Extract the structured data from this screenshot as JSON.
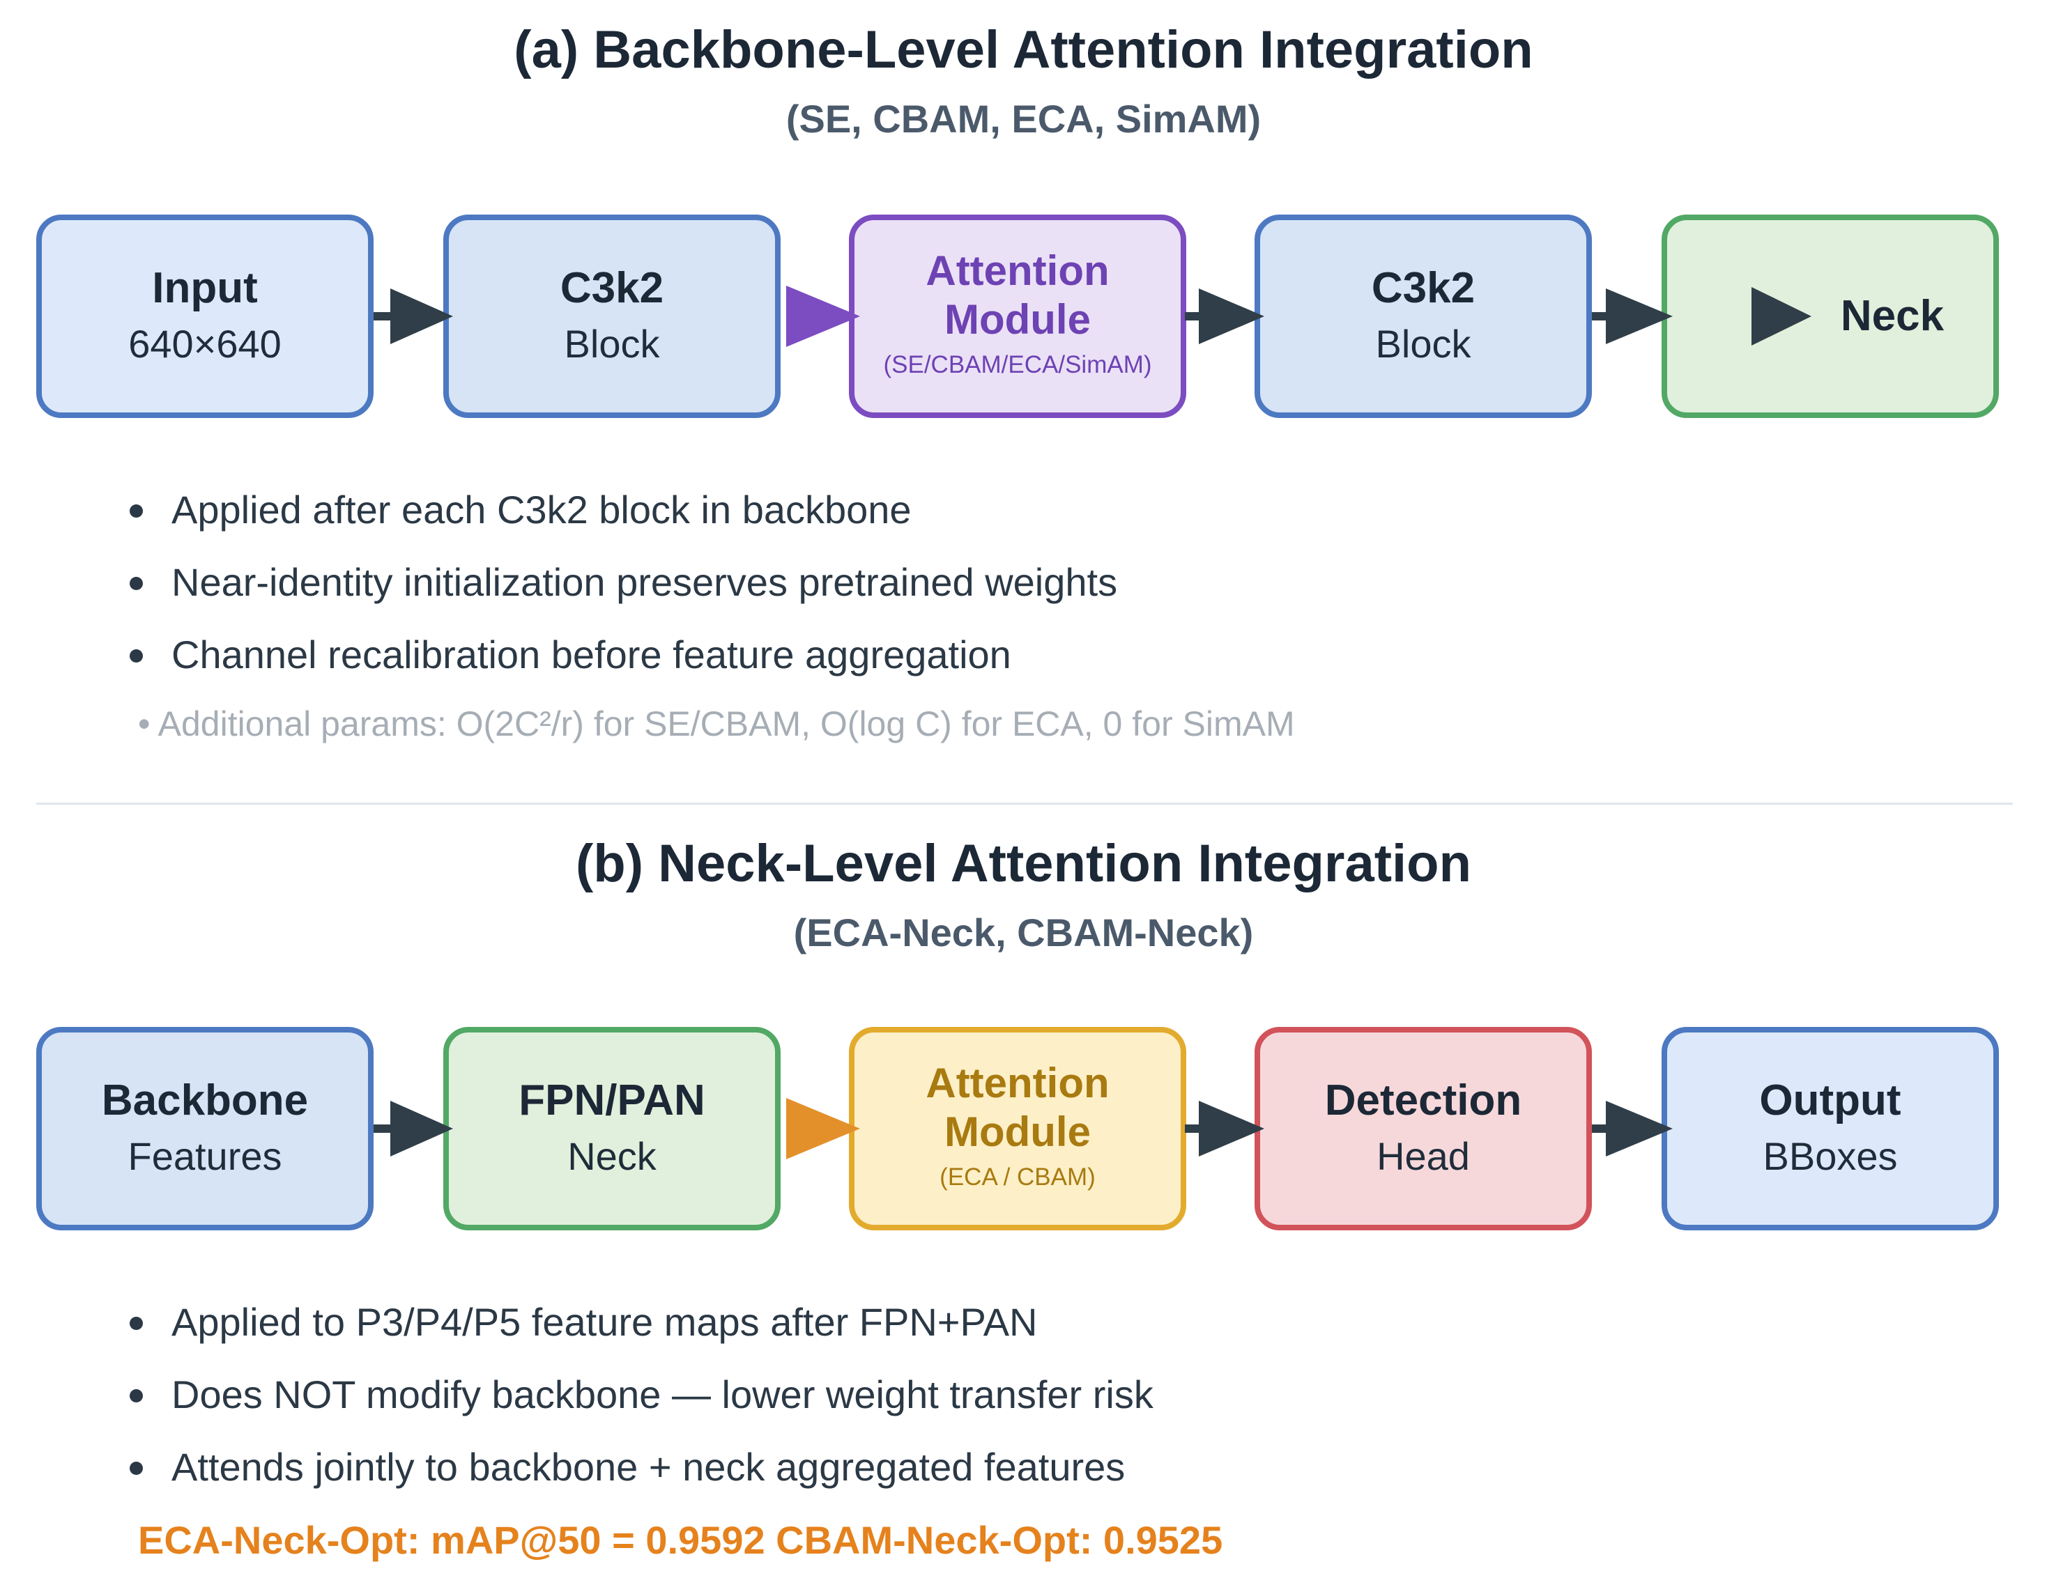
{
  "panel_a": {
    "title": "(a) Backbone-Level Attention Integration",
    "subtitle": "(SE, CBAM, ECA, SimAM)",
    "boxes": [
      {
        "line1": "Input",
        "line2": "640×640"
      },
      {
        "line1": "C3k2",
        "line2": "Block"
      },
      {
        "line1": "Attention",
        "line1b": "Module",
        "line2": "(SE/CBAM/ECA/SimAM)"
      },
      {
        "line1": "C3k2",
        "line2": "Block"
      },
      {
        "line1": "Neck"
      }
    ],
    "bullets": [
      "Applied after each C3k2 block in backbone",
      "Near-identity initialization preserves pretrained weights",
      "Channel recalibration before feature aggregation"
    ],
    "note": "• Additional params: O(2C²/r) for SE/CBAM, O(log C) for ECA, 0 for SimAM"
  },
  "panel_b": {
    "title": "(b) Neck-Level Attention Integration",
    "subtitle": "(ECA-Neck, CBAM-Neck)",
    "boxes": [
      {
        "line1": "Backbone",
        "line2": "Features"
      },
      {
        "line1": "FPN/PAN",
        "line2": "Neck"
      },
      {
        "line1": "Attention",
        "line1b": "Module",
        "line2": "(ECA / CBAM)"
      },
      {
        "line1": "Detection",
        "line2": "Head"
      },
      {
        "line1": "Output",
        "line2": "BBoxes"
      }
    ],
    "bullets": [
      "Applied to P3/P4/P5 feature maps after FPN+PAN",
      "Does NOT modify backbone — lower weight transfer risk",
      "Attends jointly to backbone + neck aggregated features"
    ],
    "highlight": "ECA-Neck-Opt: mAP@50 = 0.9592 CBAM-Neck-Opt: 0.9525"
  },
  "colors": {
    "arrow_dark": "#2f3e48",
    "arrow_purple": "#7c4cc1",
    "arrow_orange": "#e3902a",
    "highlight": "#e5821d"
  },
  "icons": [
    "arrow-right-icon",
    "play-icon"
  ]
}
